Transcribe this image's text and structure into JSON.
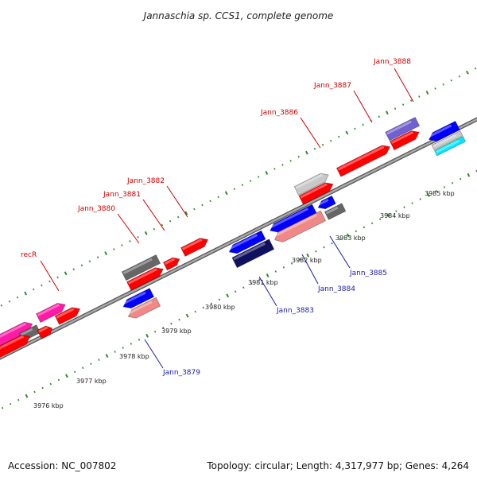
{
  "title": "Jannaschia sp. CCS1, complete genome",
  "footer": {
    "accession": "Accession: NC_007802",
    "summary": "Topology: circular; Length: 4,317,977 bp; Genes: 4,264"
  },
  "colors": {
    "forward_gene": "#ff0000",
    "reverse_gene": "#0000ff",
    "backbone": "#888888",
    "ticks": "#2e8b2e",
    "forward_label": "#cc0000",
    "reverse_label": "#1a1aaa"
  },
  "scale": {
    "unit": "kbp",
    "tick_labels": [
      "3976 kbp",
      "3977 kbp",
      "3978 kbp",
      "3979 kbp",
      "3980 kbp",
      "3981 kbp",
      "3982 kbp",
      "3983 kbp",
      "3984 kbp",
      "3985 kbp"
    ]
  },
  "gene_labels": [
    {
      "text": "recR",
      "strand": "forward"
    },
    {
      "text": "Jann_3880",
      "strand": "forward"
    },
    {
      "text": "Jann_3881",
      "strand": "forward"
    },
    {
      "text": "Jann_3882",
      "strand": "forward"
    },
    {
      "text": "Jann_3886",
      "strand": "forward"
    },
    {
      "text": "Jann_3887",
      "strand": "forward"
    },
    {
      "text": "Jann_3888",
      "strand": "forward"
    },
    {
      "text": "Jann_3879",
      "strand": "reverse"
    },
    {
      "text": "Jann_3883",
      "strand": "reverse"
    },
    {
      "text": "Jann_3884",
      "strand": "reverse"
    },
    {
      "text": "Jann_3885",
      "strand": "reverse"
    }
  ],
  "feature_colors": {
    "magenta": "#ff1aa8",
    "red": "#ff0000",
    "darkgray": "#666666",
    "lightgray": "#c8c8c8",
    "purple": "#7060d0",
    "blue": "#0000ff",
    "pink": "#f08888",
    "navy": "#101060",
    "cyan": "#00e8ff"
  }
}
